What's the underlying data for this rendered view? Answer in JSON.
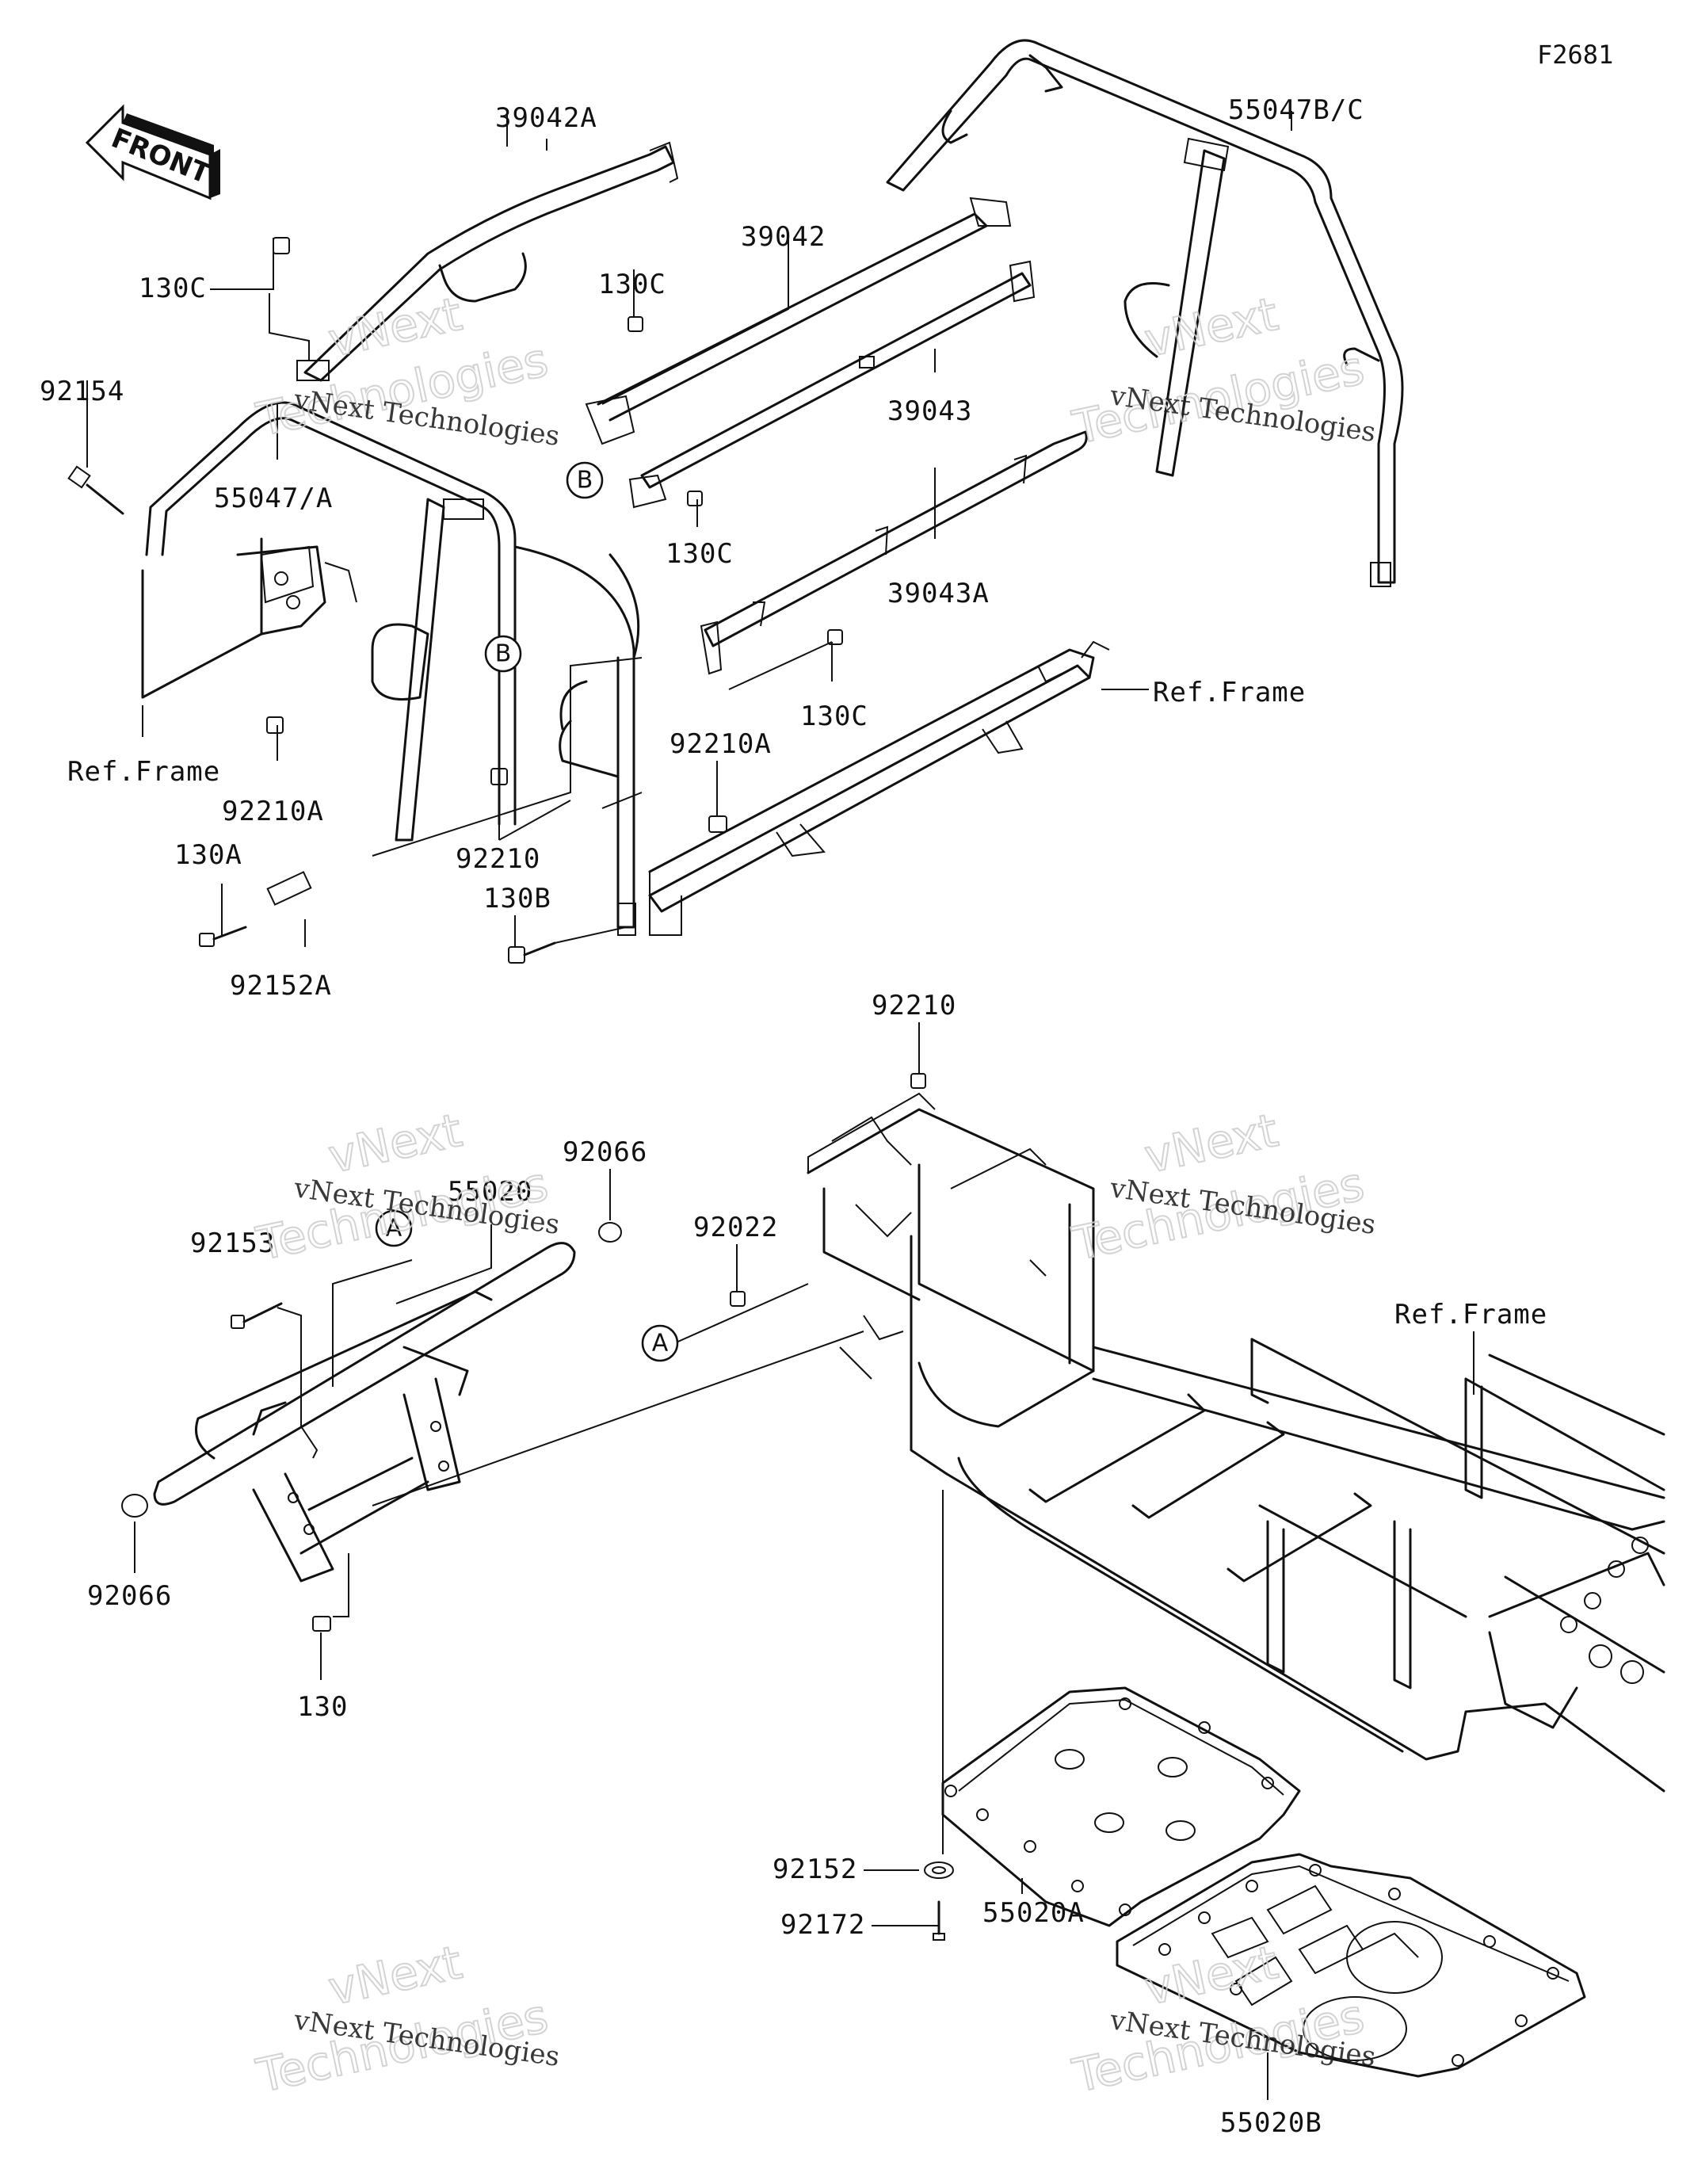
{
  "diagram_code": "F2681",
  "front_indicator": "FRONT",
  "callouts": {
    "a": "A",
    "b": "B"
  },
  "watermark": {
    "line1": "vNext Technologies",
    "line2": "Technologies"
  },
  "labels": {
    "p39042A": "39042A",
    "p55047BC": "55047B/C",
    "p130C_a": "130C",
    "p39042": "39042",
    "p130C_b": "130C",
    "p92154": "92154",
    "p55047A": "55047/A",
    "p39043": "39043",
    "p130C_c": "130C",
    "p39043A": "39043A",
    "ref_frame_a": "Ref.Frame",
    "ref_frame_b": "Ref.Frame",
    "p92210A_a": "92210A",
    "p130C_d": "130C",
    "p92210A_b": "92210A",
    "p130A": "130A",
    "p92210_a": "92210",
    "p130B": "130B",
    "p92152A": "92152A",
    "p92210_b": "92210",
    "p92066_a": "92066",
    "p55020": "55020",
    "p92022": "92022",
    "p92153": "92153",
    "ref_frame_c": "Ref.Frame",
    "p92066_b": "92066",
    "p130": "130",
    "p92152": "92152",
    "p92172": "92172",
    "p55020A": "55020A",
    "p55020B": "55020B"
  }
}
